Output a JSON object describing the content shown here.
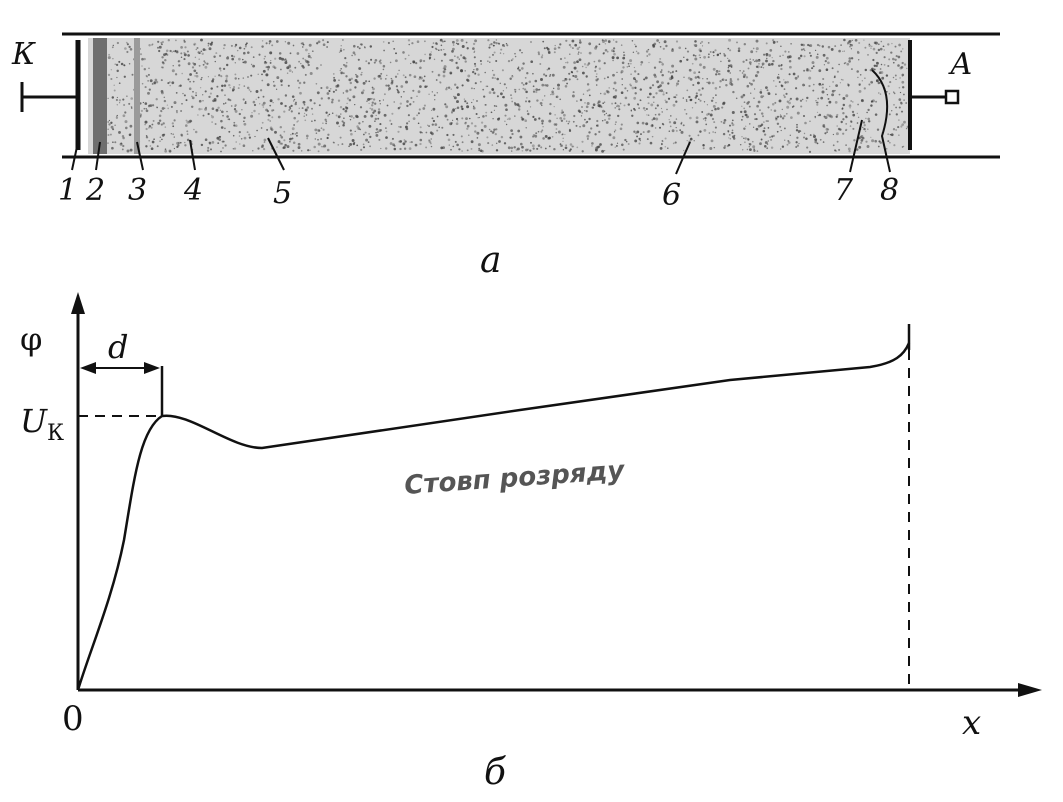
{
  "tube": {
    "cathode_label": "К",
    "anode_label": "А",
    "region_numbers": [
      "1",
      "2",
      "3",
      "4",
      "5",
      "6",
      "7",
      "8"
    ],
    "caption": "а"
  },
  "potential_plot": {
    "y_label": "φ",
    "x_label": "x",
    "origin_label": "0",
    "cathode_fall_level_label_main": "U",
    "cathode_fall_level_label_sub": "К",
    "distance_label": "d",
    "annotation": "Стовп розряду",
    "caption": "б"
  },
  "colors": {
    "line": "#111111",
    "tube_fill": "#d7d7d7",
    "dots": "#444444"
  }
}
